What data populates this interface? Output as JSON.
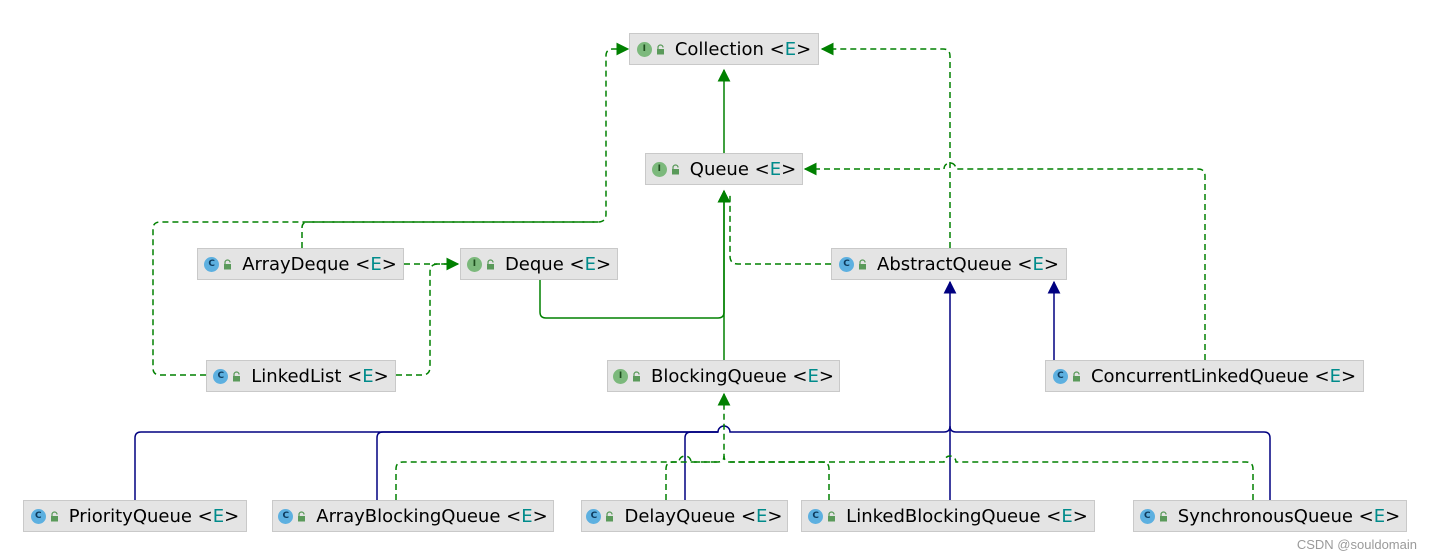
{
  "nodes": [
    {
      "id": "collection",
      "kind": "I",
      "name": "Collection",
      "type_param": "E"
    },
    {
      "id": "queue",
      "kind": "I",
      "name": "Queue",
      "type_param": "E"
    },
    {
      "id": "arraydeque",
      "kind": "C",
      "name": "ArrayDeque",
      "type_param": "E"
    },
    {
      "id": "deque",
      "kind": "I",
      "name": "Deque",
      "type_param": "E"
    },
    {
      "id": "abstractqueue",
      "kind": "C",
      "name": "AbstractQueue",
      "type_param": "E"
    },
    {
      "id": "linkedlist",
      "kind": "C",
      "name": "LinkedList",
      "type_param": "E"
    },
    {
      "id": "blockingqueue",
      "kind": "I",
      "name": "BlockingQueue",
      "type_param": "E"
    },
    {
      "id": "concurrentlinkedqueue",
      "kind": "C",
      "name": "ConcurrentLinkedQueue",
      "type_param": "E"
    },
    {
      "id": "priorityqueue",
      "kind": "C",
      "name": "PriorityQueue",
      "type_param": "E"
    },
    {
      "id": "arrayblockingqueue",
      "kind": "C",
      "name": "ArrayBlockingQueue",
      "type_param": "E"
    },
    {
      "id": "delayqueue",
      "kind": "C",
      "name": "DelayQueue",
      "type_param": "E"
    },
    {
      "id": "linkedblockingqueue",
      "kind": "C",
      "name": "LinkedBlockingQueue",
      "type_param": "E"
    },
    {
      "id": "synchronousqueue",
      "kind": "C",
      "name": "SynchronousQueue",
      "type_param": "E"
    }
  ],
  "relations": [
    {
      "from": "queue",
      "to": "collection",
      "type": "extends"
    },
    {
      "from": "deque",
      "to": "queue",
      "type": "extends"
    },
    {
      "from": "blockingqueue",
      "to": "queue",
      "type": "extends"
    },
    {
      "from": "abstractqueue",
      "to": "queue",
      "type": "implements"
    },
    {
      "from": "abstractqueue",
      "to": "collection",
      "type": "implements"
    },
    {
      "from": "arraydeque",
      "to": "collection",
      "type": "implements"
    },
    {
      "from": "arraydeque",
      "to": "deque",
      "type": "implements"
    },
    {
      "from": "linkedlist",
      "to": "deque",
      "type": "implements"
    },
    {
      "from": "linkedlist",
      "to": "collection",
      "type": "implements"
    },
    {
      "from": "concurrentlinkedqueue",
      "to": "abstractqueue",
      "type": "inherits"
    },
    {
      "from": "concurrentlinkedqueue",
      "to": "queue",
      "type": "implements"
    },
    {
      "from": "priorityqueue",
      "to": "abstractqueue",
      "type": "inherits"
    },
    {
      "from": "arrayblockingqueue",
      "to": "abstractqueue",
      "type": "inherits"
    },
    {
      "from": "delayqueue",
      "to": "abstractqueue",
      "type": "inherits"
    },
    {
      "from": "linkedblockingqueue",
      "to": "abstractqueue",
      "type": "inherits"
    },
    {
      "from": "synchronousqueue",
      "to": "abstractqueue",
      "type": "inherits"
    },
    {
      "from": "arrayblockingqueue",
      "to": "blockingqueue",
      "type": "implements"
    },
    {
      "from": "delayqueue",
      "to": "blockingqueue",
      "type": "implements"
    },
    {
      "from": "linkedblockingqueue",
      "to": "blockingqueue",
      "type": "implements"
    },
    {
      "from": "synchronousqueue",
      "to": "blockingqueue",
      "type": "implements"
    }
  ],
  "colors": {
    "extends": "#008000",
    "implements": "#008000",
    "inherits": "#000080",
    "node_bg": "#e4e4e4",
    "type_param": "#008b8b"
  },
  "icons": {
    "I": "interface-icon",
    "C": "class-icon"
  },
  "watermark": "CSDN @souldomain"
}
